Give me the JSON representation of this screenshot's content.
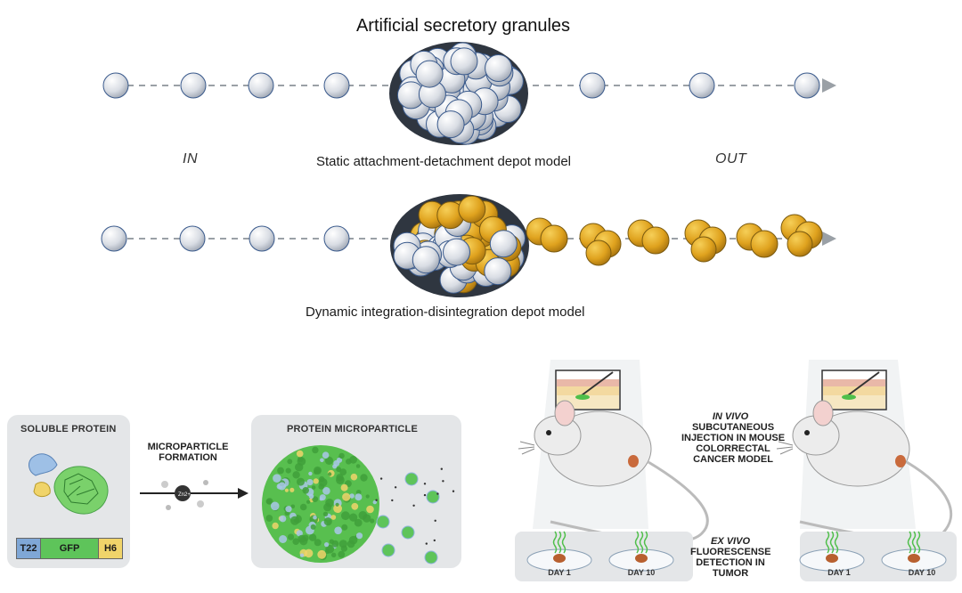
{
  "title": "Artificial secretory granules",
  "static_model": {
    "in_label": "IN",
    "out_label": "OUT",
    "caption": "Static attachment-detachment depot model"
  },
  "dynamic_model": {
    "caption": "Dynamic integration-disintegration depot model"
  },
  "formation": {
    "soluble_title": "SOLUBLE PROTEIN",
    "construct": [
      "T22",
      "GFP",
      "H6"
    ],
    "step_label": "MICROPARTICLE FORMATION",
    "ion_label": "Zn2+",
    "microparticle_title": "PROTEIN MICROPARTICLE"
  },
  "in_vivo": {
    "heading": "IN VIVO",
    "description": "SUBCUTANEOUS INJECTION IN MOUSE COLORRECTAL CANCER MODEL"
  },
  "ex_vivo": {
    "heading": "EX VIVO",
    "description": "FLUORESCENSE DETECTION IN TUMOR",
    "days": [
      "DAY 1",
      "DAY 10",
      "DAY 1",
      "DAY 10"
    ]
  },
  "colors": {
    "granule_white": "#dde1e8",
    "granule_gold": "#e1a823",
    "outline": "#3a5a8c",
    "gfp_green": "#5ec45a",
    "t22_blue": "#7fa7d6",
    "h6_yellow": "#f0d46a"
  }
}
